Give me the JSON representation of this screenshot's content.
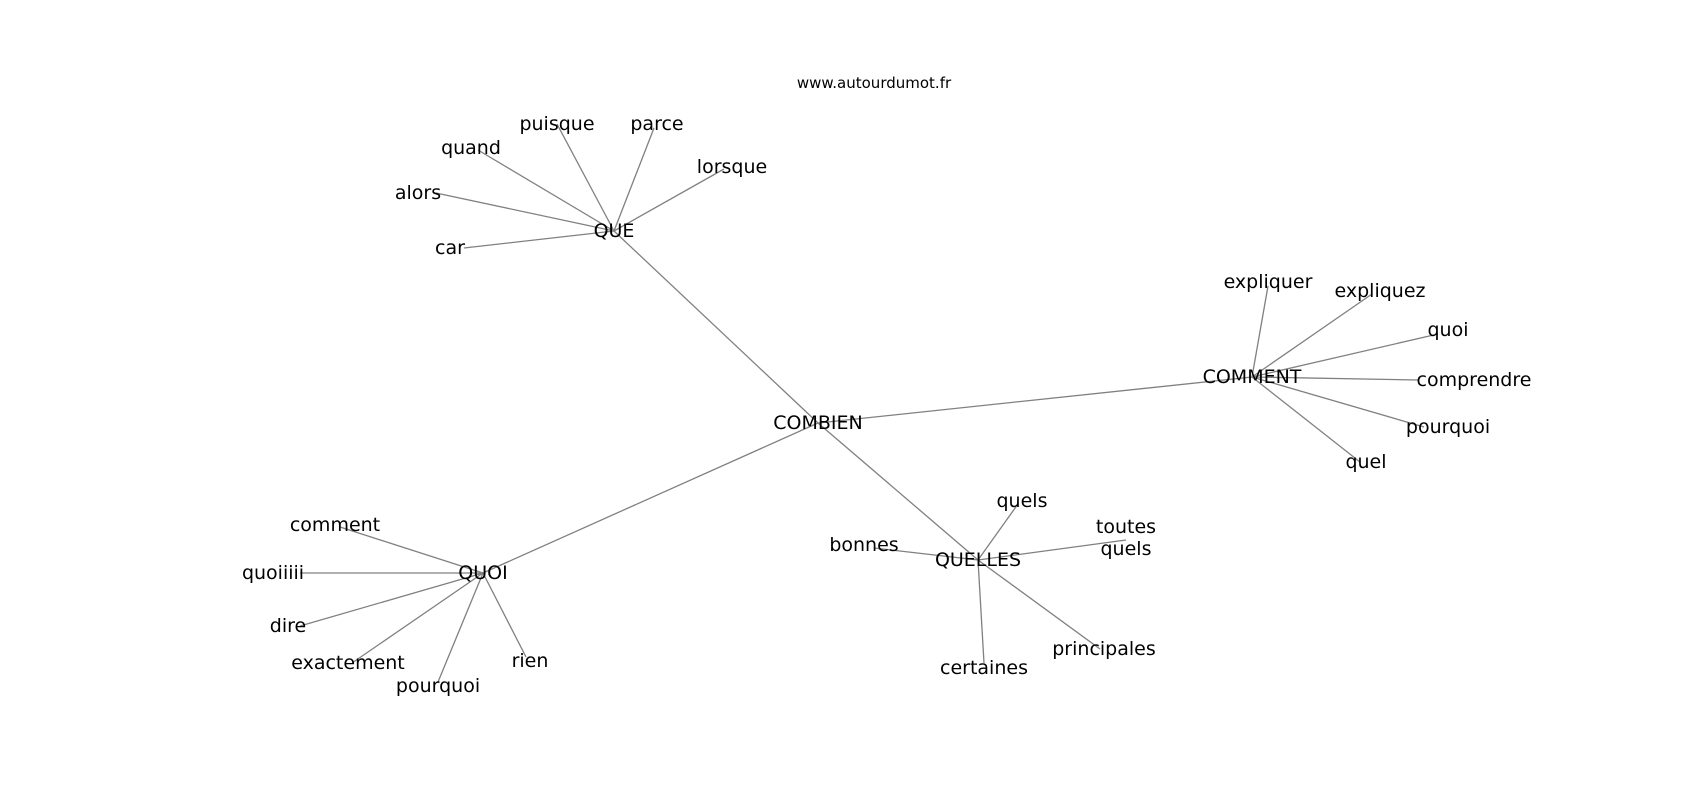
{
  "site_label": "www.autourdumot.fr",
  "graph": {
    "center": "COMBIEN",
    "hubs": [
      {
        "label": "QUE",
        "leaves": [
          "car",
          "alors",
          "quand",
          "puisque",
          "parce",
          "lorsque"
        ]
      },
      {
        "label": "COMMENT",
        "leaves": [
          "expliquer",
          "expliquez",
          "quoi",
          "comprendre",
          "pourquoi",
          "quel"
        ]
      },
      {
        "label": "QUELLES",
        "leaves": [
          "bonnes",
          "quels",
          "toutes\nquels",
          "principales",
          "certaines"
        ]
      },
      {
        "label": "QUOI",
        "leaves": [
          "comment",
          "quoiiiii",
          "dire",
          "exactement",
          "pourquoi",
          "rien"
        ]
      }
    ]
  }
}
